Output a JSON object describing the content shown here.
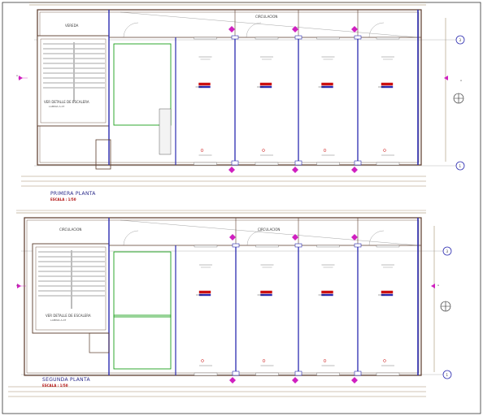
{
  "plans": [
    {
      "title": "PRIMERA PLANTA",
      "scale": "ESCALA : 1/50",
      "stair_detail": "VER DETALLE DE ESCALERA",
      "stair_detail_sub": "LAMINA A-07",
      "stair_label": "VEREDA",
      "circulation_label": "CIRCULACION",
      "axis_start": "1",
      "axis_end": "3",
      "section_mark": "A"
    },
    {
      "title": "SEGUNDA PLANTA",
      "scale": "ESCALA : 1/50",
      "stair_detail": "VER DETALLE DE ESCALERA",
      "stair_detail_sub": "LAMINA A-07",
      "circulation_label": "CIRCULACION",
      "axis_start": "1",
      "axis_end": "3",
      "section_mark": "A"
    }
  ],
  "colors": {
    "wall": "#5a3a2a",
    "column": "#2b2bb0",
    "green": "#1aa01a",
    "magenta": "#d020c0",
    "red": "#cc1010",
    "dim": "#7a5a2a",
    "axis_grey": "#888888"
  }
}
